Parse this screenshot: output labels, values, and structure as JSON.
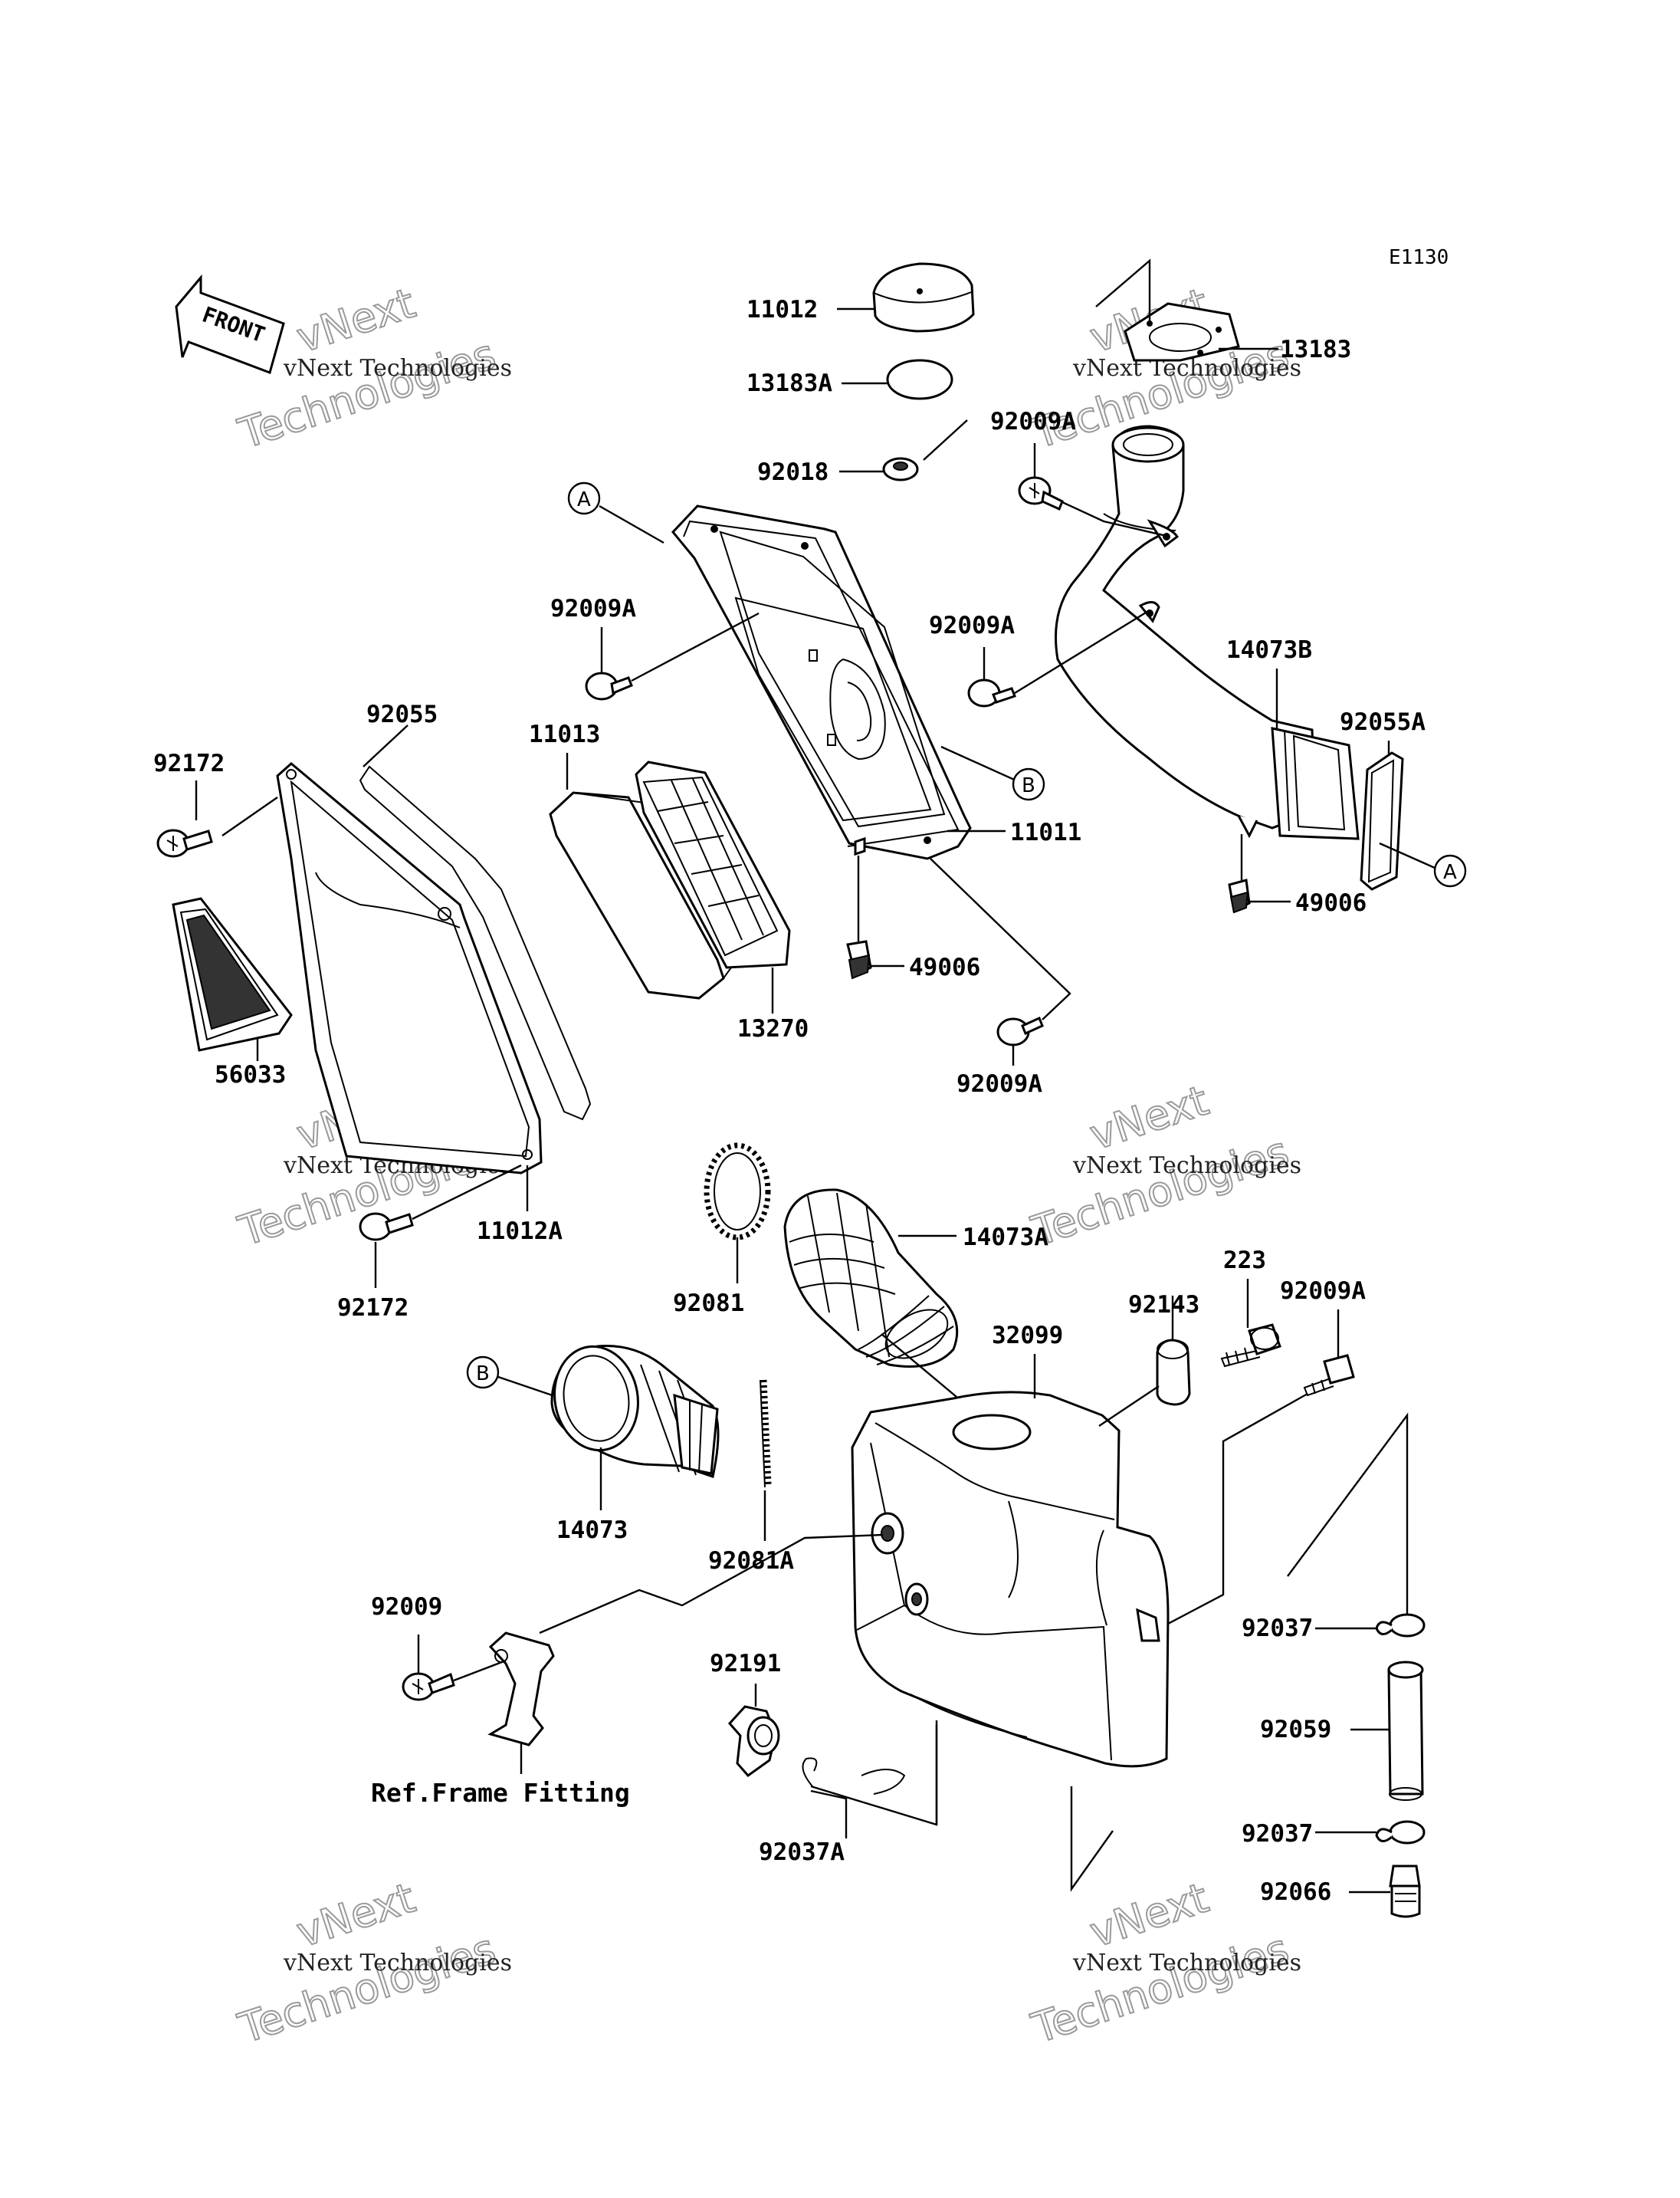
{
  "diagram_code": "E1130",
  "front_marker": "FRONT",
  "reference_note": "Ref.Frame Fitting",
  "watermark": {
    "line1": "vNext Technologies",
    "line2": "vNext",
    "line3": "Technologies"
  },
  "callout_letters": {
    "a": "A",
    "b": "B"
  },
  "parts": {
    "p11012": "11012",
    "p13183a": "13183A",
    "p92018": "92018",
    "p13183": "13183",
    "p92009a_top": "92009A",
    "p92009a_left": "92009A",
    "p92009a_mid": "92009A",
    "p14073b": "14073B",
    "p92055a": "92055A",
    "p92055": "92055",
    "p11013": "11013",
    "p92172_top": "92172",
    "p11011": "11011",
    "p49006_right": "49006",
    "p49006_mid": "49006",
    "p13270": "13270",
    "p56033": "56033",
    "p92009a_lower": "92009A",
    "p11012a": "11012A",
    "p92172_bottom": "92172",
    "p14073a": "14073A",
    "p92081": "92081",
    "p223": "223",
    "p92143": "92143",
    "p92009a_right": "92009A",
    "p32099": "32099",
    "p14073": "14073",
    "p92081a": "92081A",
    "p92009": "92009",
    "p92037_top": "92037",
    "p92191": "92191",
    "p92059": "92059",
    "p92037a": "92037A",
    "p92037_bottom": "92037",
    "p92066": "92066"
  }
}
